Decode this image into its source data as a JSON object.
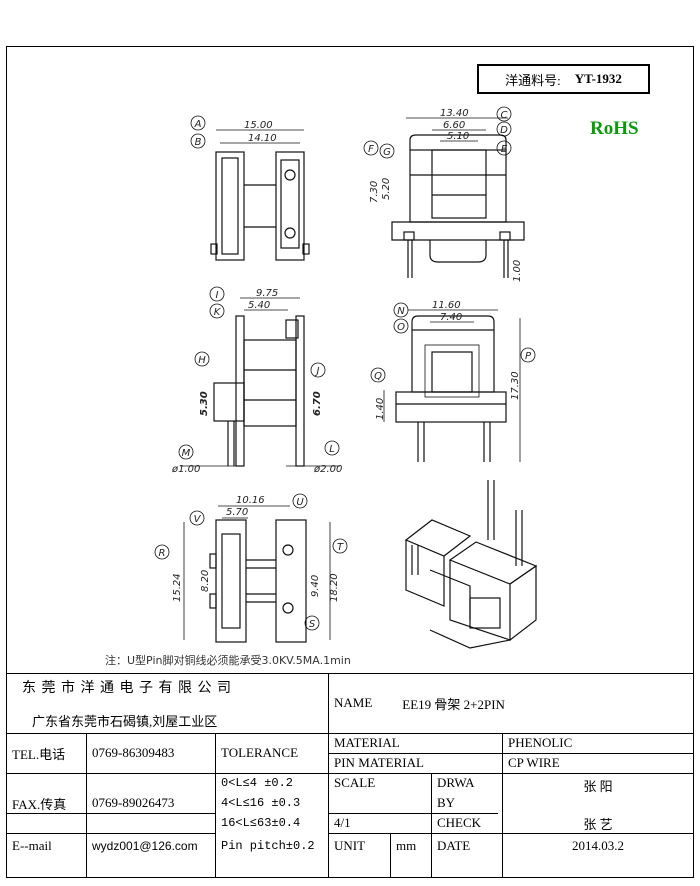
{
  "part_number": {
    "label": "洋通料号:",
    "value": "YT-1932"
  },
  "rohs": "RoHS",
  "dimensions": {
    "front": {
      "A": "15.00",
      "B": "14.10"
    },
    "side_top": {
      "C": "13.40",
      "D": "6.60",
      "E": "5.10",
      "F": "7.30",
      "G": "5.20",
      "pin": "1.00"
    },
    "left_mid": {
      "I": "9.75",
      "K": "5.40",
      "H": "5.30",
      "J": "6.70",
      "M": "ø1.00",
      "L": "ø2.00"
    },
    "right_mid": {
      "N": "11.60",
      "O": "7.40",
      "Q": "1.40",
      "P": "17.30"
    },
    "bottom": {
      "U": "10.16",
      "V": "5.70",
      "R": "15.24",
      "R2": "8.20",
      "T": "18.20",
      "S": "9.40"
    }
  },
  "letters": [
    "A",
    "B",
    "C",
    "D",
    "E",
    "F",
    "G",
    "I",
    "K",
    "H",
    "J",
    "M",
    "L",
    "N",
    "O",
    "Q",
    "P",
    "V",
    "U",
    "R",
    "T",
    "S"
  ],
  "note": "注：U型Pin脚对铜线必须能承受3.0KV.5MA.1min",
  "title_block": {
    "company": "东 莞 市 洋 通 电 子 有 限 公 司",
    "address": "广东省东莞市石碣镇,刘屋工业区",
    "tel_label": "TEL.电话",
    "tel": "0769-86309483",
    "fax_label": "FAX.传真",
    "fax": "0769-89026473",
    "email_label": "E--mail",
    "email": "wydz001@126.com",
    "tolerance_label": "TOLERANCE",
    "tol1": "0<L≤4  ±0.2",
    "tol2": "4<L≤16 ±0.3",
    "tol3": "16<L≤63±0.4",
    "tol4": "Pin pitch±0.2",
    "name_label": "NAME",
    "name": "EE19 骨架  2+2PIN",
    "material_label": "MATERIAL",
    "material": "PHENOLIC",
    "pin_material_label": "PIN MATERIAL",
    "pin_material": "CP WIRE",
    "scale_label": "SCALE",
    "scale": "4/1",
    "drawn_label_1": "DRWA",
    "drawn_label_2": "BY",
    "drawn_by": "张 阳",
    "check_label": "CHECK",
    "checked_by": "张 艺",
    "unit_label": "UNIT",
    "unit": "mm",
    "date_label": "DATE",
    "date": "2014.03.2"
  }
}
